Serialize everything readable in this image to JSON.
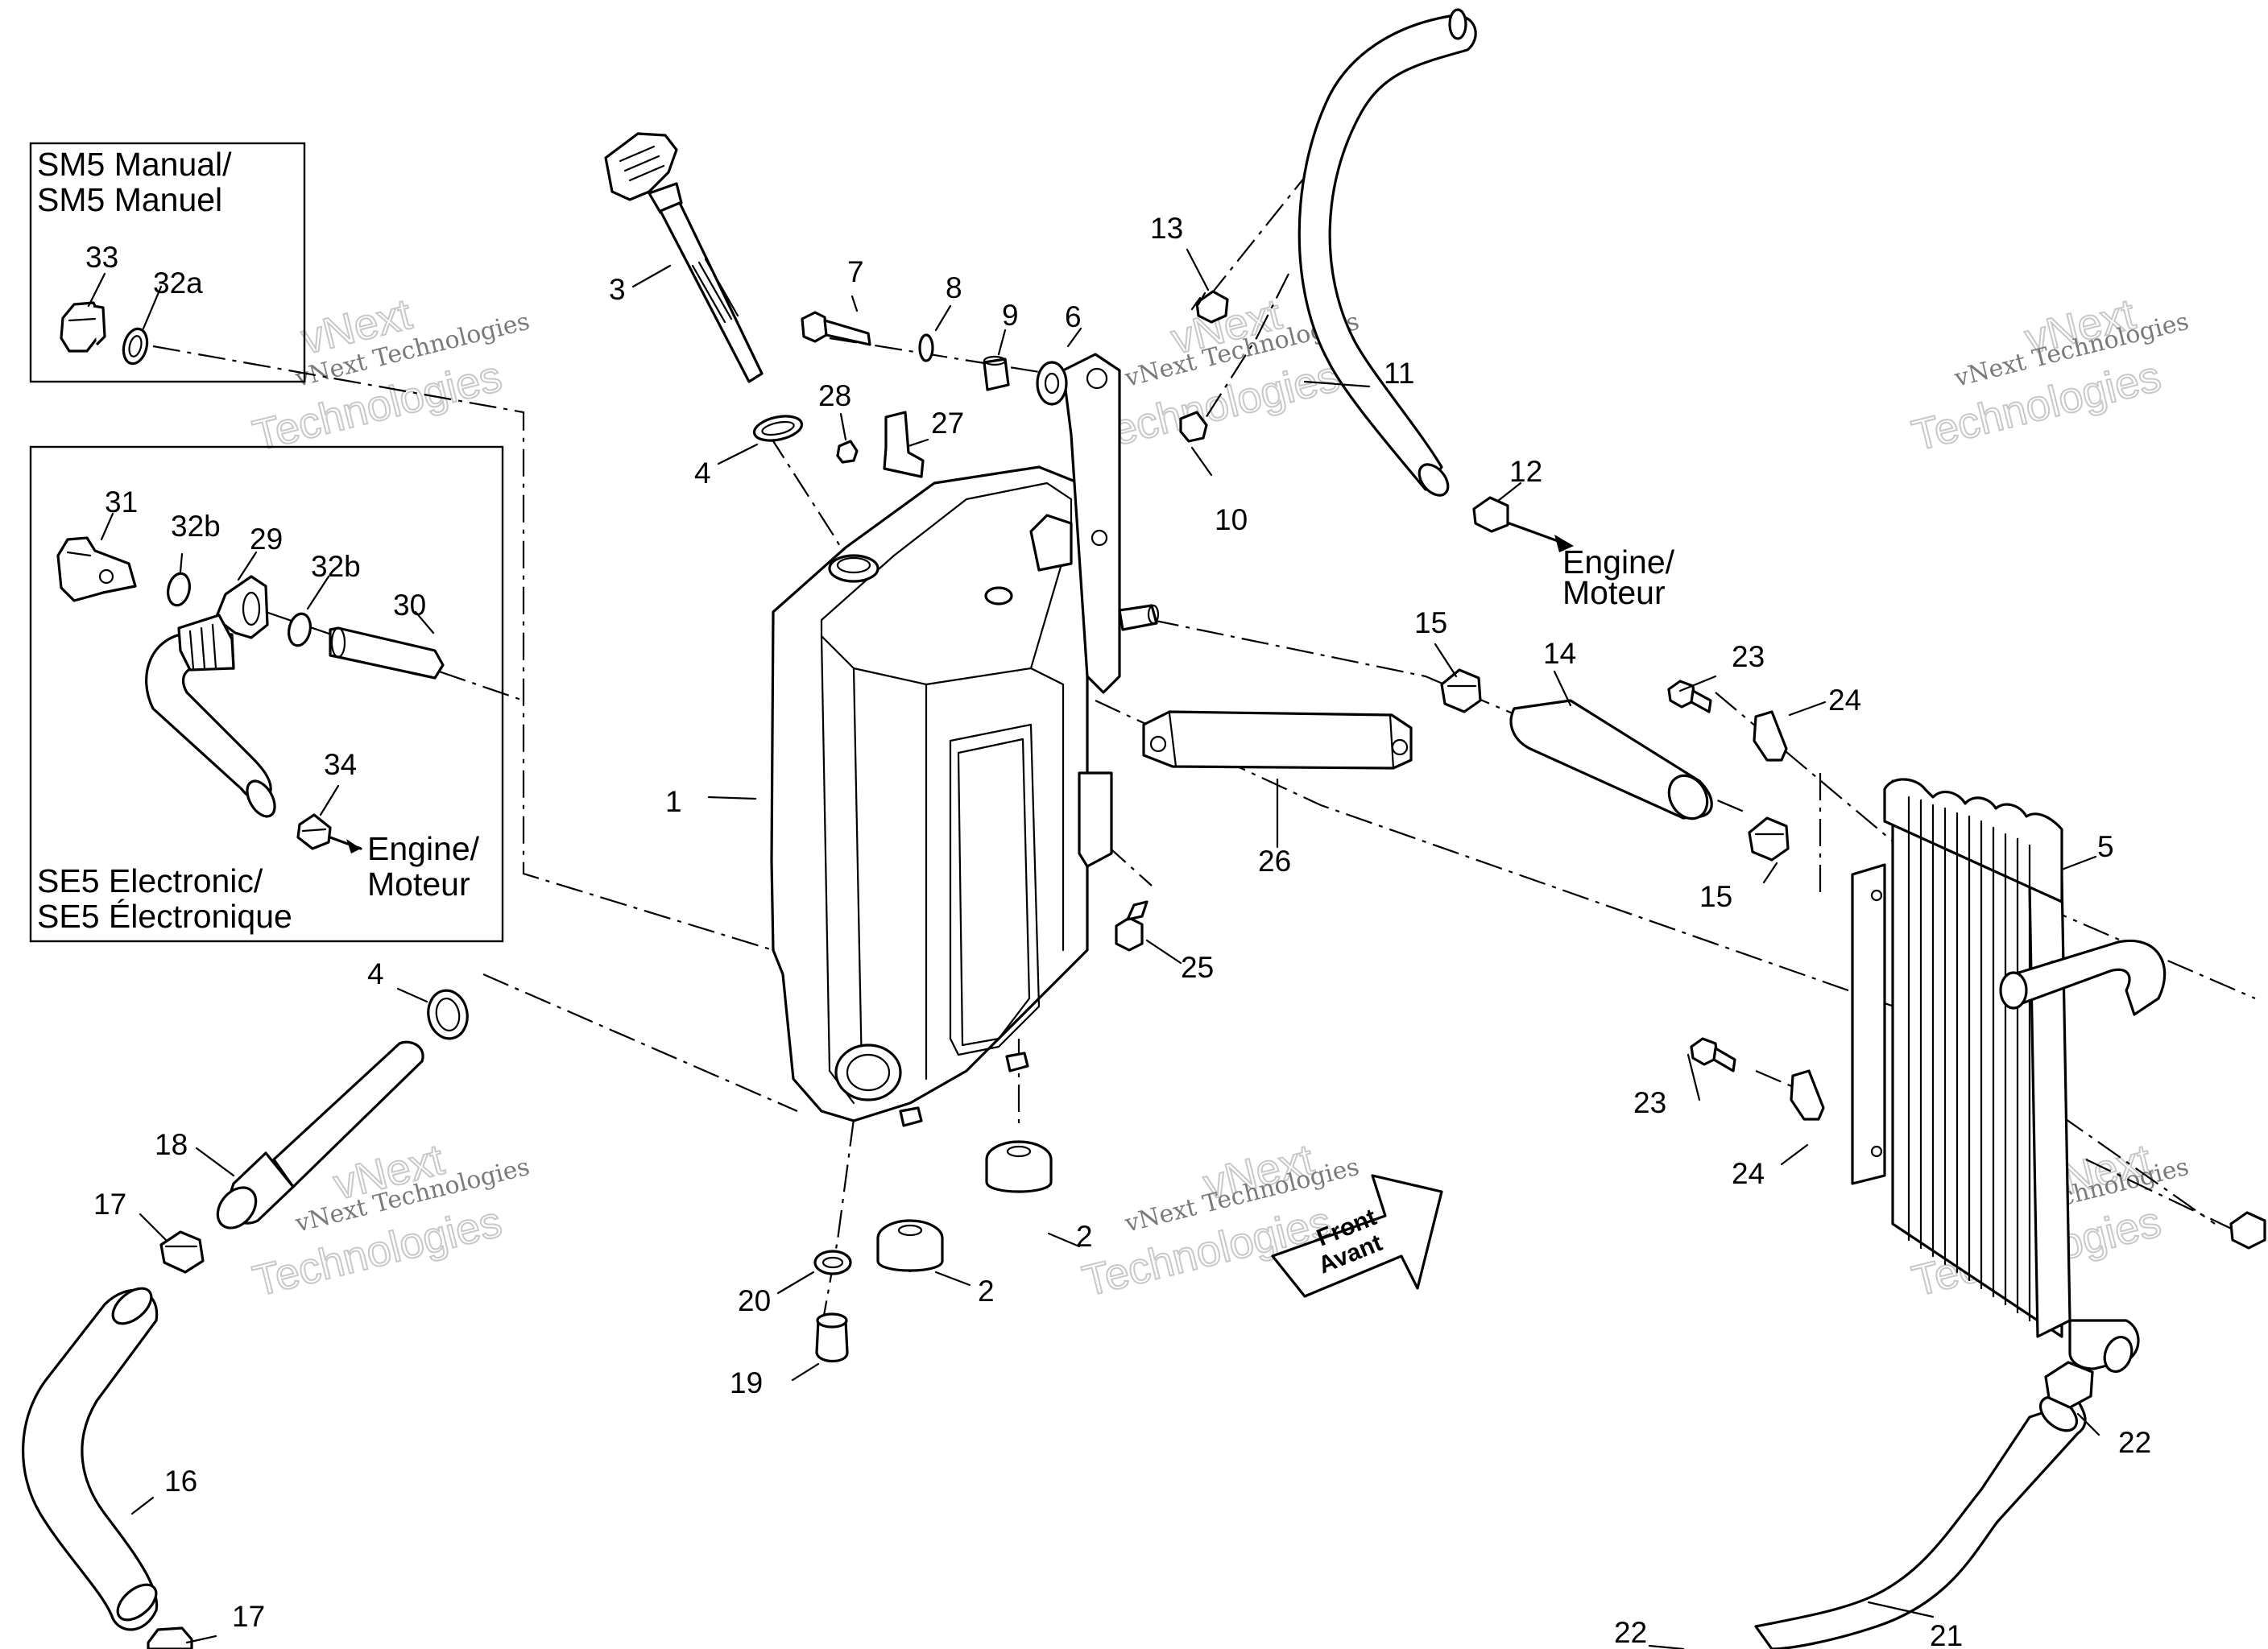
{
  "boxes": {
    "manual_title_line1": "SM5 Manual/",
    "manual_title_line2": "SM5 Manuel",
    "electronic_title_line1": "SE5 Electronic/",
    "electronic_title_line2": "SE5 Électronique"
  },
  "engine_labels": {
    "line1": "Engine/",
    "line2": "Moteur"
  },
  "direction_arrow": {
    "line1": "Front",
    "line2": "Avant"
  },
  "watermark": {
    "line1": "vNext",
    "line2": "vNext Technologies",
    "line3": "Technologies"
  },
  "callouts": {
    "c1": "1",
    "c2a": "2",
    "c2b": "2",
    "c3": "3",
    "c4a": "4",
    "c4b": "4",
    "c5": "5",
    "c6": "6",
    "c7": "7",
    "c8": "8",
    "c9": "9",
    "c10": "10",
    "c11": "11",
    "c12": "12",
    "c13": "13",
    "c14": "14",
    "c15a": "15",
    "c15b": "15",
    "c16": "16",
    "c17a": "17",
    "c17b": "17",
    "c18": "18",
    "c19": "19",
    "c20": "20",
    "c21": "21",
    "c22a": "22",
    "c22b": "22",
    "c23a": "23",
    "c23b": "23",
    "c24a": "24",
    "c24b": "24",
    "c25": "25",
    "c26": "26",
    "c27": "27",
    "c28": "28",
    "c29": "29",
    "c30": "30",
    "c31": "31",
    "c32a": "32a",
    "c32b1": "32b",
    "c32b2": "32b",
    "c33": "33",
    "c34": "34"
  }
}
